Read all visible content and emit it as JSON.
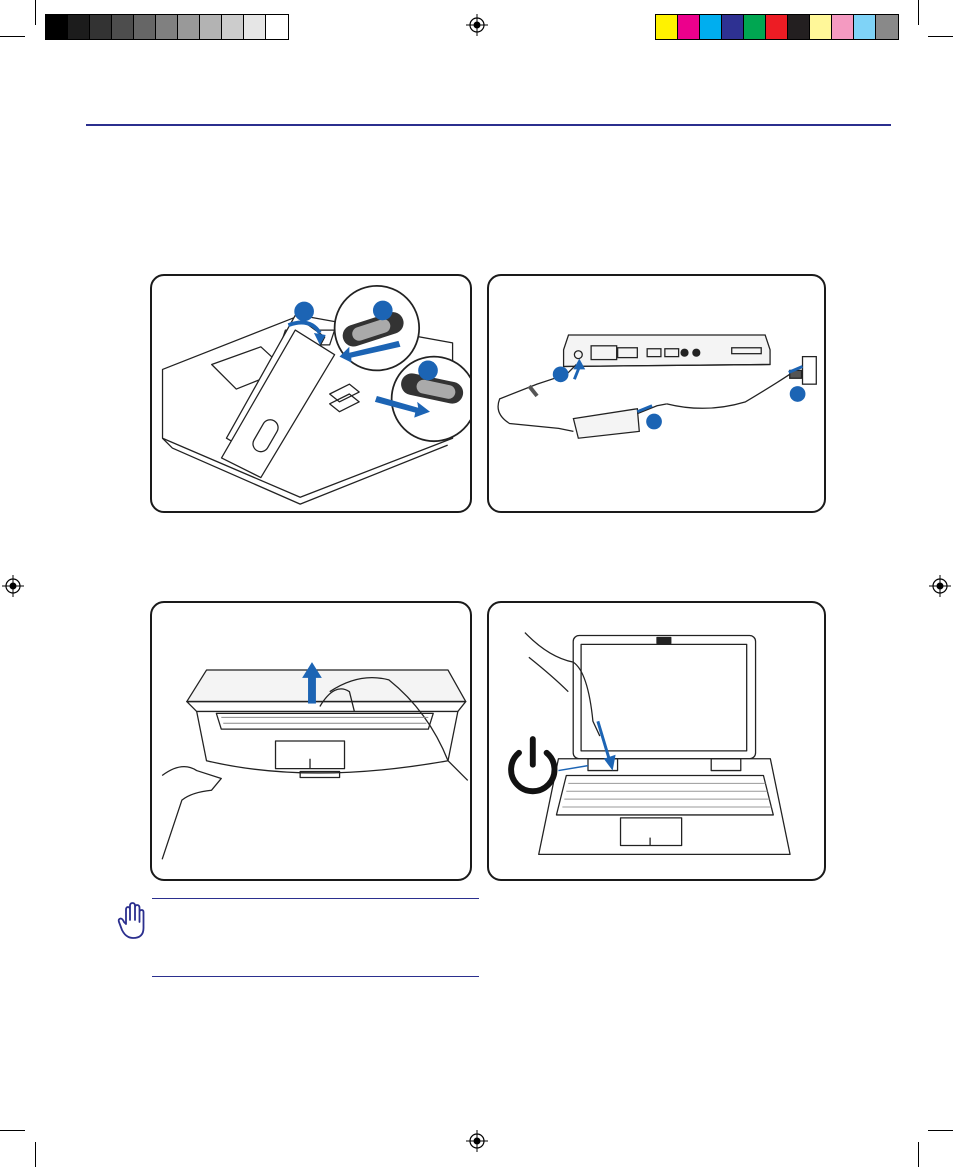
{
  "color_bars": {
    "grayscale": [
      "#000000",
      "#1c1c1c",
      "#333333",
      "#4d4d4d",
      "#666666",
      "#808080",
      "#999999",
      "#b3b3b3",
      "#cccccc",
      "#e6e6e6",
      "#ffffff"
    ],
    "process": [
      "#fff200",
      "#ec008c",
      "#00aeef",
      "#2e3192",
      "#00a651",
      "#ed1c24",
      "#231f20",
      "#fff799",
      "#f49ac1",
      "#7fd3f7",
      "#898989"
    ]
  },
  "accent": "#2b2f8e",
  "step_badge_color": "#1c64b4",
  "illustrations": [
    {
      "name": "install-battery",
      "content": "laptop-underside-battery-latches"
    },
    {
      "name": "connect-ac-adapter",
      "content": "laptop-side-adapter-outlet"
    },
    {
      "name": "open-display",
      "content": "hands-lifting-laptop-lid"
    },
    {
      "name": "power-on",
      "content": "finger-pressing-power-button"
    }
  ],
  "note": {
    "icon": "raised-hand-icon"
  }
}
